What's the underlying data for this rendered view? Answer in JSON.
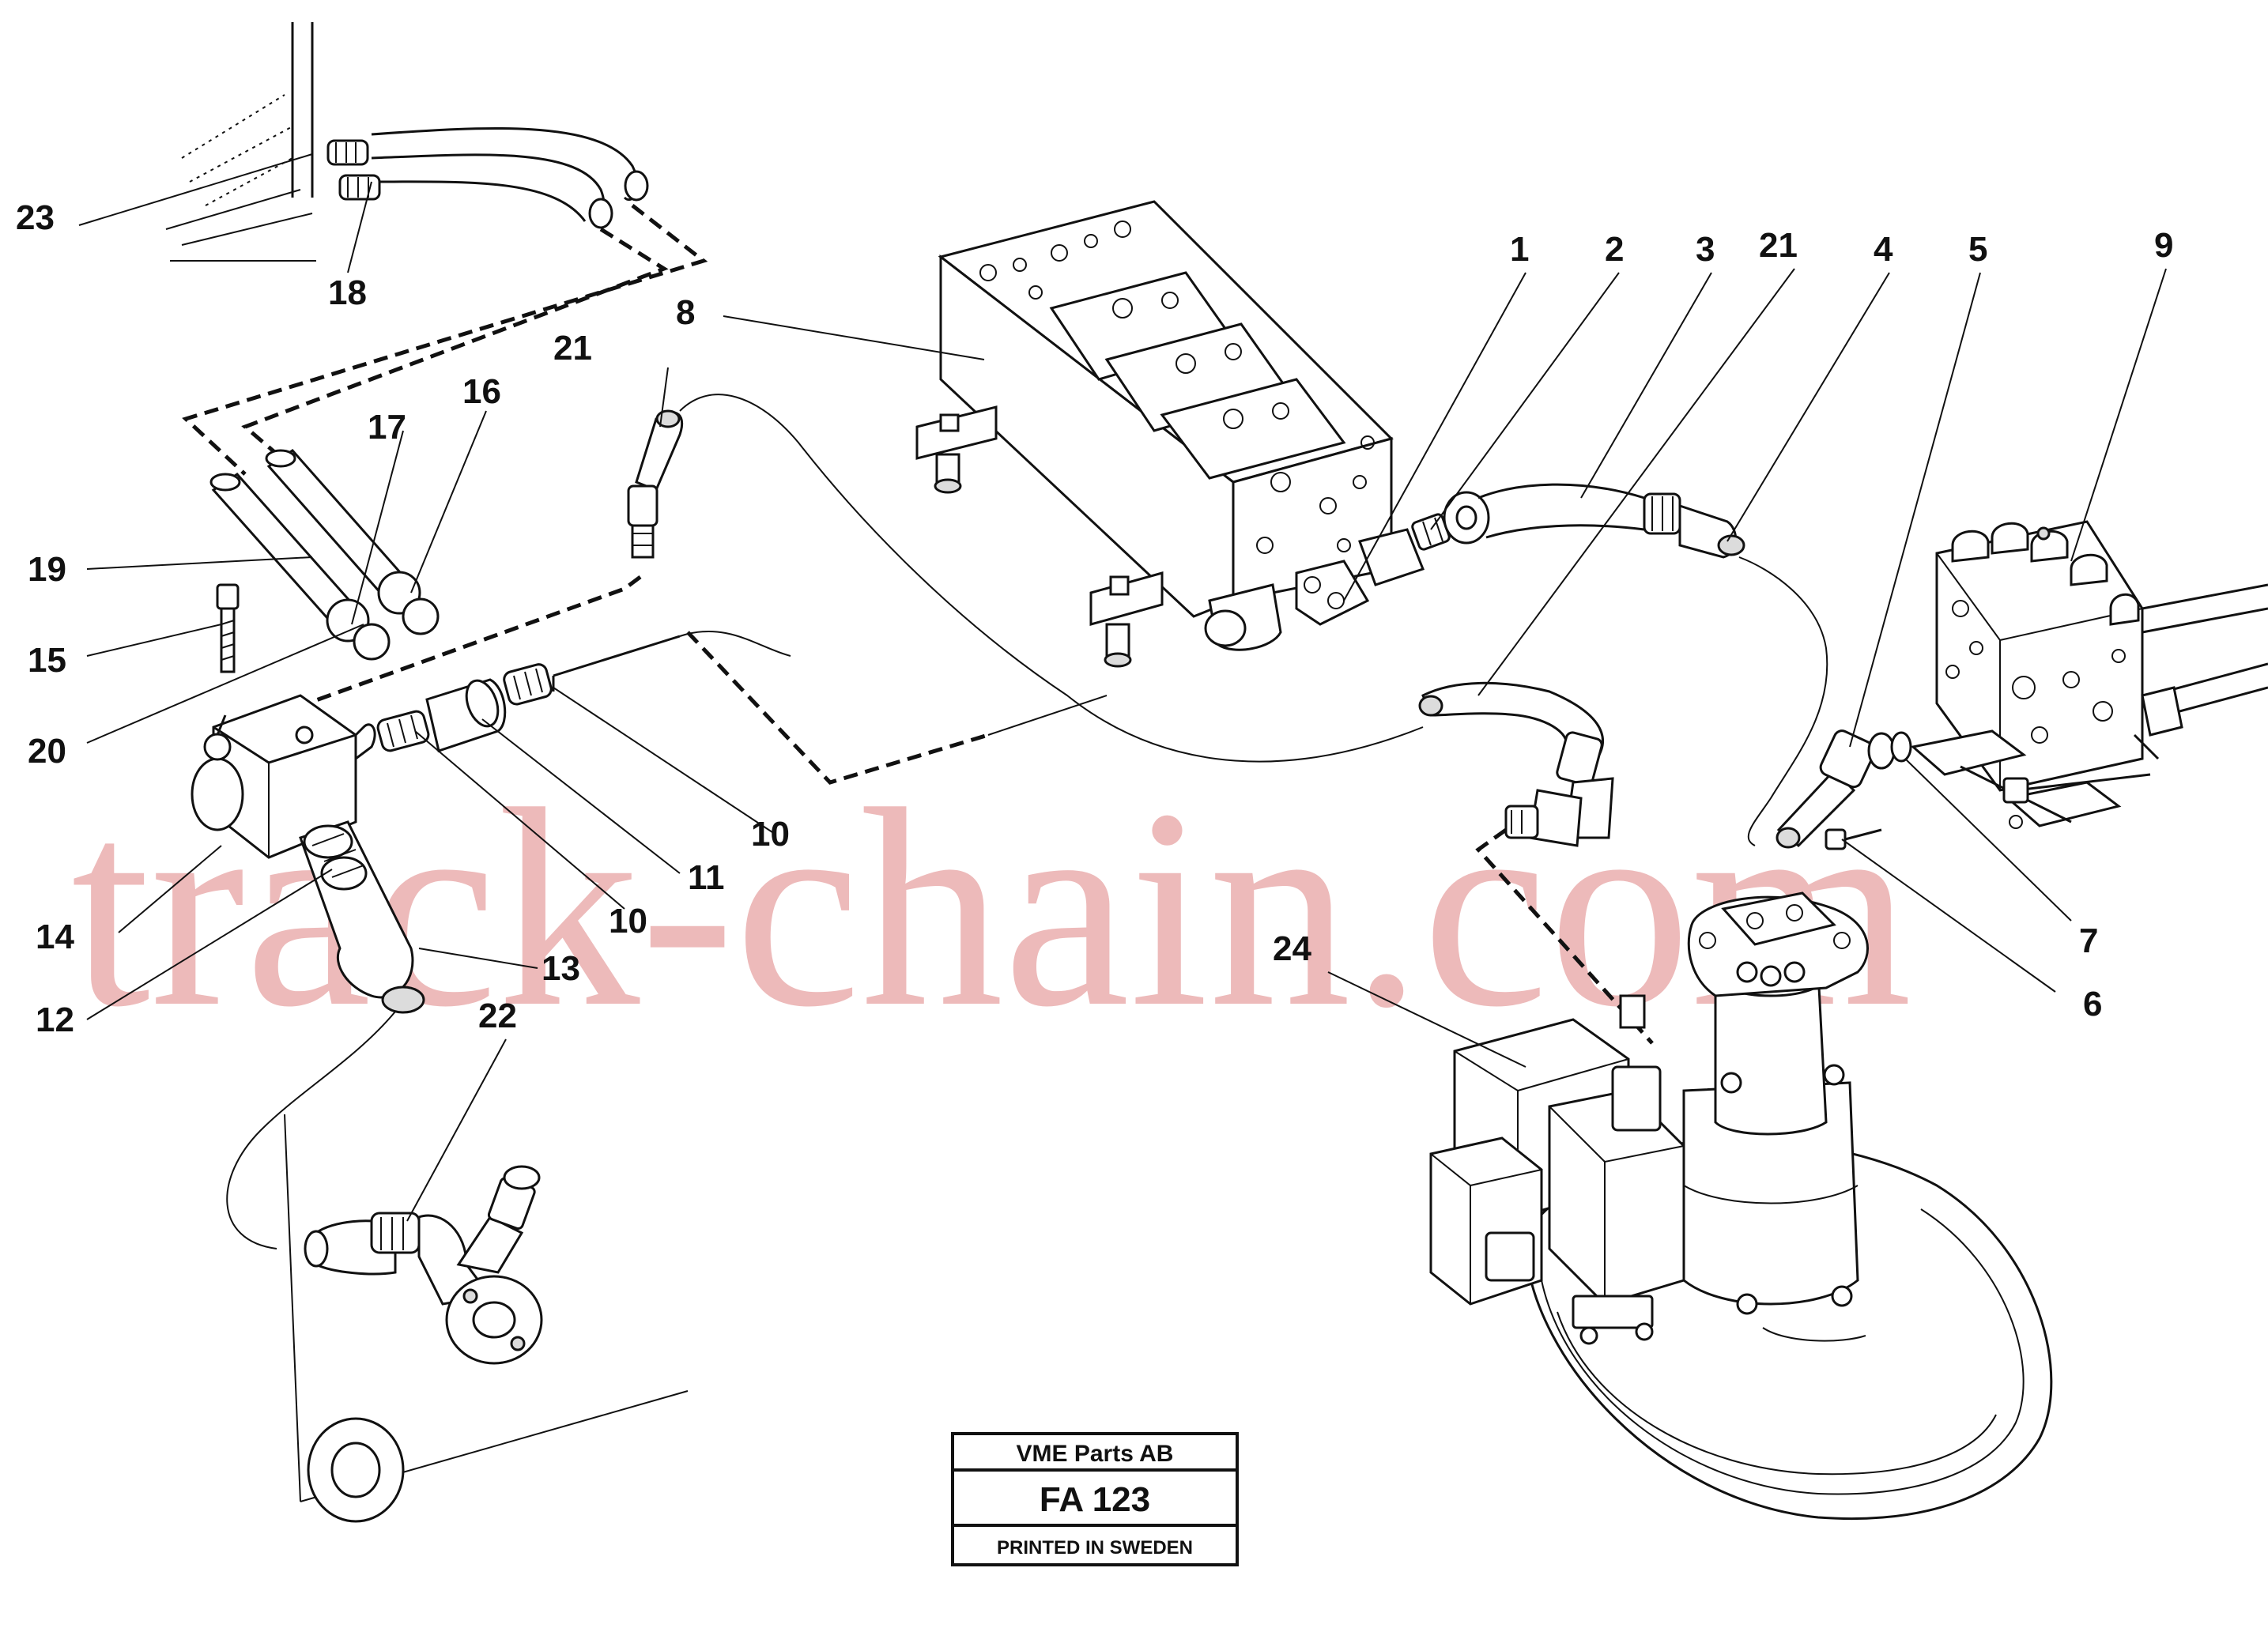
{
  "callouts": {
    "c1": "1",
    "c2": "2",
    "c3": "3",
    "c4": "4",
    "c5": "5",
    "c6": "6",
    "c7": "7",
    "c8": "8",
    "c9": "9",
    "c10a": "10",
    "c10b": "10",
    "c11": "11",
    "c12": "12",
    "c13": "13",
    "c14": "14",
    "c15": "15",
    "c16": "16",
    "c17": "17",
    "c18": "18",
    "c19": "19",
    "c20": "20",
    "c21a": "21",
    "c21b": "21",
    "c22": "22",
    "c23": "23",
    "c24": "24"
  },
  "stamp": {
    "company": "VME Parts AB",
    "code": "FA 123",
    "printed": "PRINTED IN SWEDEN"
  },
  "watermark": "track-chain.com"
}
